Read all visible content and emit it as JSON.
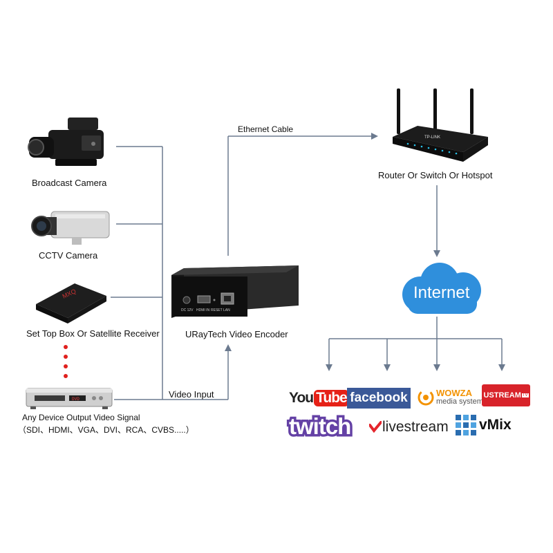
{
  "sources": {
    "broadcast_camera": "Broadcast Camera",
    "cctv_camera": "CCTV Camera",
    "set_top_box": "Set Top Box Or Satellite Receiver",
    "any_device_line1": "Any Device Output Video Signal",
    "any_device_line2": "（SDI、HDMI、VGA、DVI、RCA、CVBS.....）"
  },
  "encoder": {
    "label": "URayTech Video Encoder",
    "port_dc": "DC 12V",
    "port_hdmi": "HDMI IN",
    "port_reset": "RESET",
    "port_lan": "LAN"
  },
  "connections": {
    "ethernet_cable": "Ethernet Cable",
    "video_input": "Video Input"
  },
  "router": {
    "label": "Router Or Switch Or Hotspot",
    "brand_text": "TP-LINK"
  },
  "internet": {
    "label": "Internet"
  },
  "platforms": {
    "youtube_you": "You",
    "youtube_tube": "Tube",
    "facebook": "facebook",
    "wowza_line1": "WOWZA",
    "wowza_line2": "media systems",
    "ustream": "USTREAM",
    "ustream_tv": "TV",
    "twitch": "twitch",
    "livestream": "livestream",
    "vmix": "vMix"
  },
  "colors": {
    "line": "#6b7a8f",
    "cloud": "#2f8fdc",
    "youtube_red": "#e62117",
    "facebook_blue": "#3b5998",
    "wowza_orange": "#f39200",
    "ustream_red": "#d8232a",
    "twitch_purple": "#6441a5",
    "livestream_red": "#e4252c",
    "vmix_blue": "#2a6db0"
  }
}
